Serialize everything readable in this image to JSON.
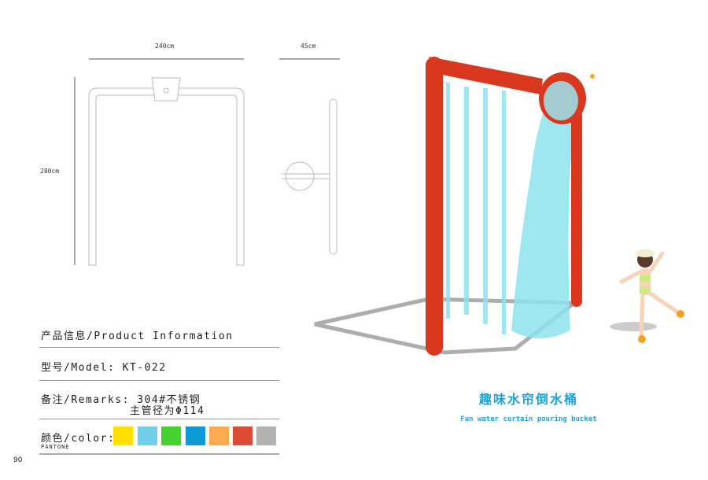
{
  "drawing": {
    "width_label": "240cm",
    "depth_label": "45cm",
    "height_label": "280cm"
  },
  "info": {
    "heading": "产品信息/Product Information",
    "model": "型号/Model: KT-022",
    "remarks_line1": "备注/Remarks: 304#不锈钢",
    "remarks_line2": "主管径为Φ114",
    "color_label": "颜色/color:",
    "pantone": "PANTONE",
    "swatches": [
      "#ffde00",
      "#70cfe8",
      "#45d22f",
      "#0d9ad6",
      "#ffaa4e",
      "#dd4b36",
      "#b2b2b2"
    ]
  },
  "product": {
    "title_cn": "趣味水帘倒水桶",
    "title_en": "Fun water curtain pouring bucket",
    "frame_color": "#d9381e",
    "water_color": "#8fe3ee"
  },
  "page_number": "90"
}
